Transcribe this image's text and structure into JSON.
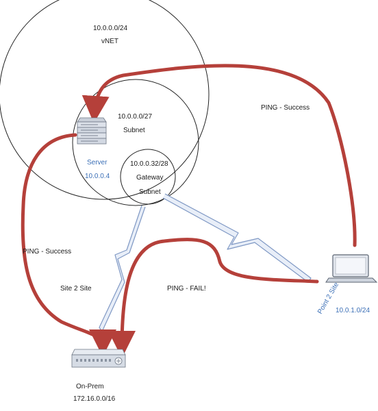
{
  "vnet": {
    "cidr": "10.0.0.0/24",
    "name": "vNET"
  },
  "subnet": {
    "cidr": "10.0.0.0/27",
    "name": "Subnet"
  },
  "gateway_subnet": {
    "cidr": "10.0.0.32/28",
    "name_line1": "Gateway",
    "name_line2": "Subnet"
  },
  "server": {
    "name": "Server",
    "ip": "10.0.0.4"
  },
  "p2s": {
    "name": "Point 2 Site",
    "cidr": "10.0.1.0/24"
  },
  "onprem": {
    "name": "On-Prem",
    "cidr": "172.16.0.0/16"
  },
  "links": {
    "site2site": "Site 2 Site",
    "ping_p2s_server": "PING - Success",
    "ping_onprem_server": "PING - Success",
    "ping_onprem_p2s": "PING - FAIL!"
  },
  "colors": {
    "arrow": "#b5403a",
    "vpn_line": "#7f98c4",
    "node_blue": "#3b6fb6",
    "circle_stroke": "#222222"
  },
  "icons": {
    "server": "server-rack-icon",
    "laptop": "laptop-icon",
    "router": "router-icon",
    "lightning": "lightning-bolt-icon"
  }
}
